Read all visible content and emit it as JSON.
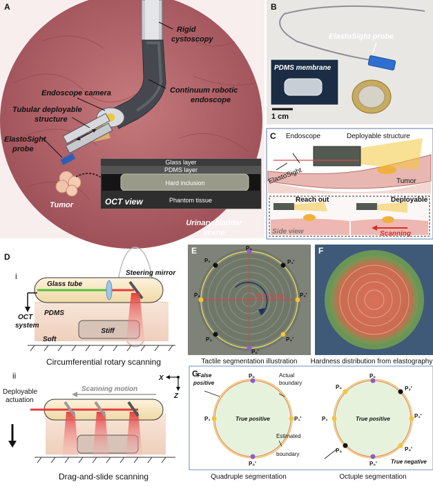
{
  "panelA": {
    "letter": "A",
    "labels": {
      "rigid": [
        "Rigid",
        "cystoscopy"
      ],
      "camera": "Endoscope camera",
      "continuum": [
        "Continuum robotic",
        "endoscope"
      ],
      "tubular": [
        "Tubular deployable",
        "structure"
      ],
      "probe": [
        "ElastoSight",
        "probe"
      ],
      "tumor": "Tumor",
      "scene": [
        "Urinary bladder",
        "scene"
      ]
    },
    "oct": {
      "layers": [
        "Glass layer",
        "PDMS layer",
        "Hard inclusion",
        "Phantom tissue"
      ],
      "title": "OCT view"
    }
  },
  "panelB": {
    "letter": "B",
    "probe": "ElastoSight probe",
    "membrane": "PDMS membrane",
    "scale": "1 cm"
  },
  "panelC": {
    "letter": "C",
    "endoscope": "Endoscope",
    "deployable": "Deployable structure",
    "probe": "ElastoSight",
    "tumor": "Tumor",
    "side_view": "Side view",
    "reach_out": "Reach out",
    "deployable2": "Deployable",
    "scanning": "Scanning"
  },
  "panelD": {
    "letter": "D",
    "i": {
      "numeral": "i",
      "steering": "Steering mirror",
      "glass": "Glass tube",
      "pdms": "PDMS",
      "oct": [
        "OCT",
        "system"
      ],
      "stiff": "Stiff",
      "soft": "Soft",
      "caption": "Circumferential rotary scanning"
    },
    "ii": {
      "numeral": "ii",
      "motion": "Scanning motion",
      "actuation": [
        "Deployable",
        "actuation"
      ],
      "caption": "Drag-and-slide scanning"
    },
    "axes": {
      "x": "X",
      "z": "Z"
    }
  },
  "panelE": {
    "letter": "E",
    "caption": "Tactile segmentation illustration",
    "points": [
      "P₀",
      "P₁'",
      "P₁",
      "P₂",
      "P₂'",
      "P₃",
      "P₃'",
      "P₀'"
    ],
    "center_text": "Scanning path"
  },
  "panelF": {
    "letter": "F",
    "caption": "Hardness distribution from elastography"
  },
  "panelG": {
    "letter": "G",
    "false_positive": [
      "False",
      "positive"
    ],
    "actual": [
      "Actual",
      "boundary"
    ],
    "estimated": [
      "Estimated",
      "boundary"
    ],
    "true_positive": "True positive",
    "true_negative": "True negative",
    "quad_points": [
      "P₀",
      "P₁",
      "P₁'",
      "P₀'"
    ],
    "oct_points": [
      "P₀",
      "P₂",
      "P₂'",
      "P₁",
      "P₁'",
      "P₃",
      "P₃'",
      "P₀'"
    ],
    "quad_caption": "Quadruple segmentation",
    "oct_caption": "Octuple segmentation"
  },
  "colors": {
    "bladder": "#b5636a",
    "endoscope": "#4a4f55",
    "yellow": "#f2c53a",
    "red": "#d92b2b",
    "green_fill": "#e6f2dc"
  }
}
